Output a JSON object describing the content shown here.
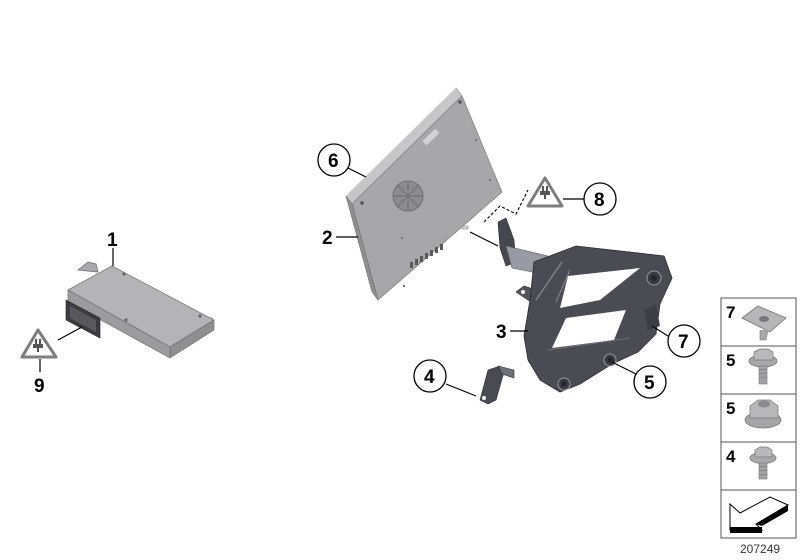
{
  "diagram": {
    "id_number": "207249",
    "colors": {
      "module_light": "#b9b9bb",
      "module_mid": "#a2a2a5",
      "module_dark": "#8a8a8d",
      "bracket_dark": "#3f3f46",
      "bracket_mid": "#55555e",
      "bracket_light": "#9d9da6",
      "warning_gray": "#7d7d7d",
      "legend_border": "#555555"
    },
    "parts": [
      {
        "number": "1",
        "name": "control-unit-small",
        "callout_style": "plain"
      },
      {
        "number": "2",
        "name": "control-unit-large",
        "callout_style": "plain"
      },
      {
        "number": "3",
        "name": "holder-bracket",
        "callout_style": "plain"
      },
      {
        "number": "4",
        "name": "bracket-small",
        "callout_style": "circle"
      },
      {
        "number": "5",
        "name": "screw-nut",
        "callout_style": "circle"
      },
      {
        "number": "6",
        "name": "control-unit-top",
        "callout_style": "circle"
      },
      {
        "number": "7",
        "name": "clip-nut",
        "callout_style": "circle"
      },
      {
        "number": "8",
        "name": "connector-warning",
        "callout_style": "circle-warning"
      },
      {
        "number": "9",
        "name": "connector-warning",
        "callout_style": "plain-warning"
      }
    ],
    "callouts": {
      "c1": "1",
      "c2": "2",
      "c3": "3",
      "c4": "4",
      "c5": "5",
      "c6": "6",
      "c7": "7",
      "c8": "8",
      "c9": "9"
    },
    "legend": {
      "items": [
        {
          "number": "7",
          "icon": "clip-nut-icon"
        },
        {
          "number": "5",
          "icon": "hex-bolt-icon"
        },
        {
          "number": "5",
          "icon": "hex-flange-nut-icon"
        },
        {
          "number": "4",
          "icon": "hex-bolt-icon"
        },
        {
          "number": "",
          "icon": "orientation-arrow-icon"
        }
      ]
    }
  }
}
